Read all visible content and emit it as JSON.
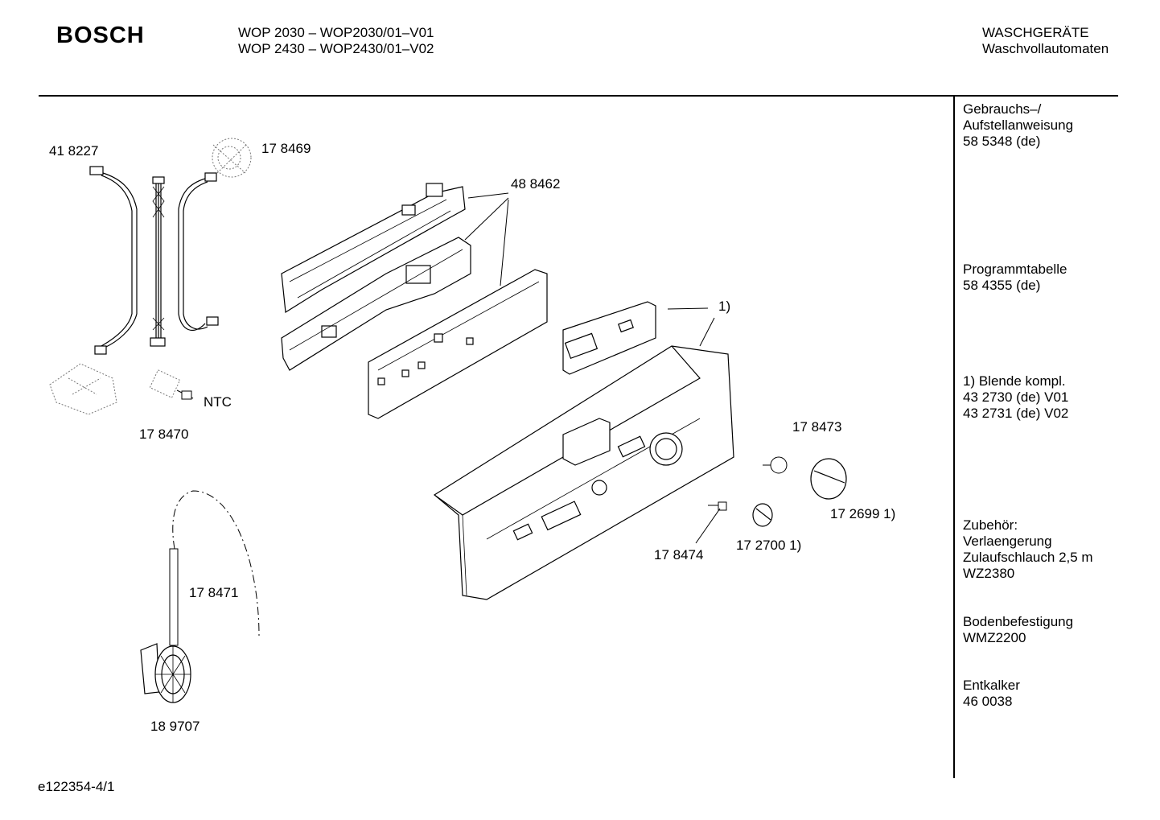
{
  "header": {
    "brand": "BOSCH",
    "model_line_1": "WOP 2030 – WOP2030/01–V01",
    "model_line_2": "WOP 2430 – WOP2430/01–V02",
    "category_1": "WASCHGERÄTE",
    "category_2": "Waschvollautomaten"
  },
  "parts": {
    "p418227": "41 8227",
    "p178469": "17 8469",
    "p488462": "48 8462",
    "ref1": "1)",
    "ntc": "NTC",
    "p178470": "17 8470",
    "p178473": "17 8473",
    "p1726991": "17 2699 1)",
    "p1727001": "17 2700 1)",
    "p178474": "17 8474",
    "p178471": "17 8471",
    "p189707": "18 9707"
  },
  "sidebar": {
    "manual_1": "Gebrauchs–/",
    "manual_2": "Aufstellanweisung",
    "manual_3": "58 5348 (de)",
    "prog_1": "Programmtabelle",
    "prog_2": "58 4355 (de)",
    "blende_1": "1) Blende kompl.",
    "blende_2": "43 2730 (de) V01",
    "blende_3": "43 2731 (de) V02",
    "acc_1": "Zubehör:",
    "acc_2": "Verlaengerung",
    "acc_3": "Zulaufschlauch 2,5 m",
    "acc_4": "WZ2380",
    "floor_1": "Bodenbefestigung",
    "floor_2": "WMZ2200",
    "descale_1": "Entkalker",
    "descale_2": "46 0038"
  },
  "footer": {
    "doc_id": "e122354-4/1"
  }
}
